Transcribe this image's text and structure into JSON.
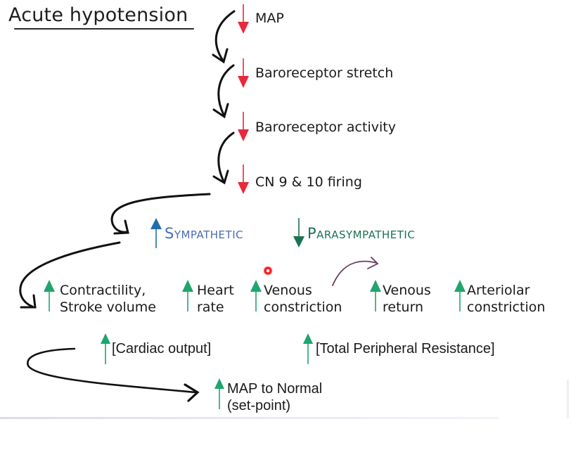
{
  "title": "Acute hypotension",
  "colors": {
    "decrease_arrow": "#e8293a",
    "increase_arrow": "#1fa56e",
    "sympathetic_text": "#4a6cb4",
    "sympathetic_arrow": "#1f6fa8",
    "parasympathetic_text": "#1a7350",
    "parasympathetic_arrow": "#1a7350",
    "flow_arrow": "#111111",
    "venous_link_arrow": "#6b3b5e"
  },
  "cascade": [
    {
      "direction": "decrease",
      "label": "MAP"
    },
    {
      "direction": "decrease",
      "label": "Baroreceptor stretch"
    },
    {
      "direction": "decrease",
      "label": "Baroreceptor activity"
    },
    {
      "direction": "decrease",
      "label": "CN 9 & 10 firing"
    }
  ],
  "autonomic": {
    "sympathetic": {
      "direction": "increase",
      "label": "Sympathetic"
    },
    "parasympathetic": {
      "direction": "decrease",
      "label": "Parasympathetic"
    }
  },
  "effects": [
    {
      "direction": "increase",
      "line1": "Contractility,",
      "line2": "Stroke volume"
    },
    {
      "direction": "increase",
      "line1": "Heart",
      "line2": "rate"
    },
    {
      "direction": "increase",
      "line1": "Venous",
      "line2": "constriction"
    },
    {
      "direction": "increase",
      "line1": "Venous",
      "line2": "return"
    },
    {
      "direction": "increase",
      "line1": "Arteriolar",
      "line2": "constriction"
    }
  ],
  "outcomes": [
    {
      "direction": "increase",
      "label": "[Cardiac output]"
    },
    {
      "direction": "increase",
      "label": "[Total Peripheral Resistance]"
    }
  ],
  "result": {
    "direction": "increase",
    "line1": "MAP to Normal",
    "line2": "(set-point)"
  }
}
